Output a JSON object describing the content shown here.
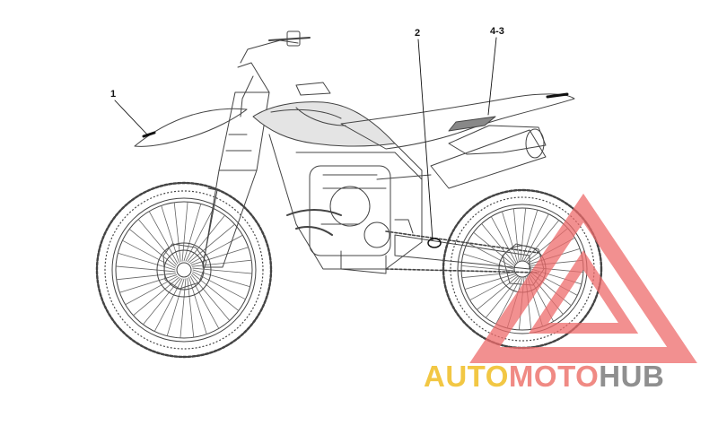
{
  "diagram": {
    "callouts": [
      {
        "id": "c1",
        "label": "1"
      },
      {
        "id": "c2",
        "label": "2"
      },
      {
        "id": "c43",
        "label": "4-3"
      }
    ]
  },
  "watermark": {
    "part1": "AUTO",
    "part2": "MOTO",
    "part3": "HUB",
    "colors": {
      "part1": "#f2c744",
      "part2": "#f08a84",
      "part3": "#8f8f8f",
      "triangle": "#ee6b6b"
    }
  },
  "icons": [
    "motorcycle-line-drawing",
    "warning-triangle-logo"
  ]
}
